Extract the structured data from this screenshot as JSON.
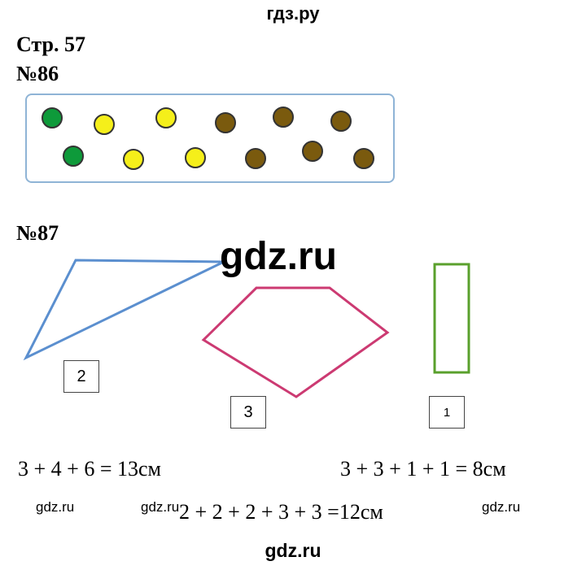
{
  "header": {
    "site": "гдз.ру"
  },
  "page": {
    "label": "Стр. 57"
  },
  "task86": {
    "label": "№86",
    "colors": {
      "green": "#0e9a3a",
      "yellow": "#f5ef1a",
      "brown": "#7a5a0e",
      "box_border": "#8fb4d6"
    },
    "dots": [
      "green",
      "yellow",
      "yellow",
      "brown",
      "brown",
      "brown",
      "green",
      "yellow",
      "yellow",
      "brown",
      "brown",
      "brown"
    ]
  },
  "task87": {
    "label": "№87",
    "watermark": "gdz.ru",
    "shapes": [
      {
        "kind": "triangle",
        "color": "#5b8fcf",
        "number": "2"
      },
      {
        "kind": "pentagon",
        "color": "#cc3a72",
        "number": "3"
      },
      {
        "kind": "rectangle",
        "color": "#5aa02c",
        "number": "1"
      }
    ],
    "equations": {
      "triangle": "3 + 4 + 6 = 13см",
      "rectangle": "3 + 3 + 1 + 1 = 8см",
      "pentagon": "2 + 2 + 2 + 3 + 3 =12см"
    }
  },
  "watermarks": [
    "gdz.ru",
    "gdz.ru",
    "gdz.ru"
  ],
  "footer": {
    "site": "gdz.ru"
  }
}
